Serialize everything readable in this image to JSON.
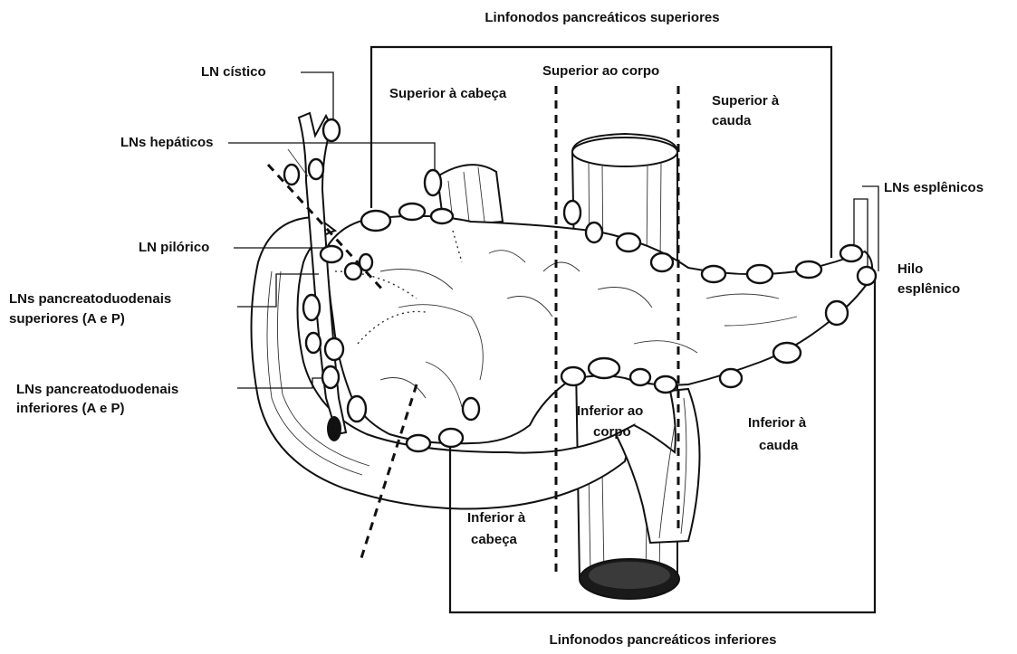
{
  "colors": {
    "ink": "#111111",
    "paper": "#ffffff"
  },
  "headers": {
    "superior": "Linfonodos pancreáticos superiores",
    "inferior": "Linfonodos pancreáticos inferiores"
  },
  "regions": {
    "superior_head": "Superior à cabeça",
    "superior_body": "Superior ao corpo",
    "superior_tail_line1": "Superior à",
    "superior_tail_line2": "cauda",
    "inferior_body_line1": "Inferior ao",
    "inferior_body_line2": "corpo",
    "inferior_tail_line1": "Inferior à",
    "inferior_tail_line2": "cauda",
    "inferior_head_line1": "Inferior à",
    "inferior_head_line2": "cabeça"
  },
  "node_labels": {
    "cystic": "LN cístico",
    "hepatic": "LNs hepáticos",
    "pyloric": "LN pilórico",
    "psd_line1": "LNs pancreatoduodenais",
    "psd_line2": "superiores (A e P)",
    "pid_line1": "LNs pancreatoduodenais",
    "pid_line2": "inferiores (A e P)",
    "splenic": "LNs esplênicos",
    "hilum_line1": "Hilo",
    "hilum_line2": "esplênico"
  },
  "icons": [
    "lymph-node-icon",
    "pancreas-illustration",
    "aorta-illustration",
    "duodenum-illustration"
  ]
}
